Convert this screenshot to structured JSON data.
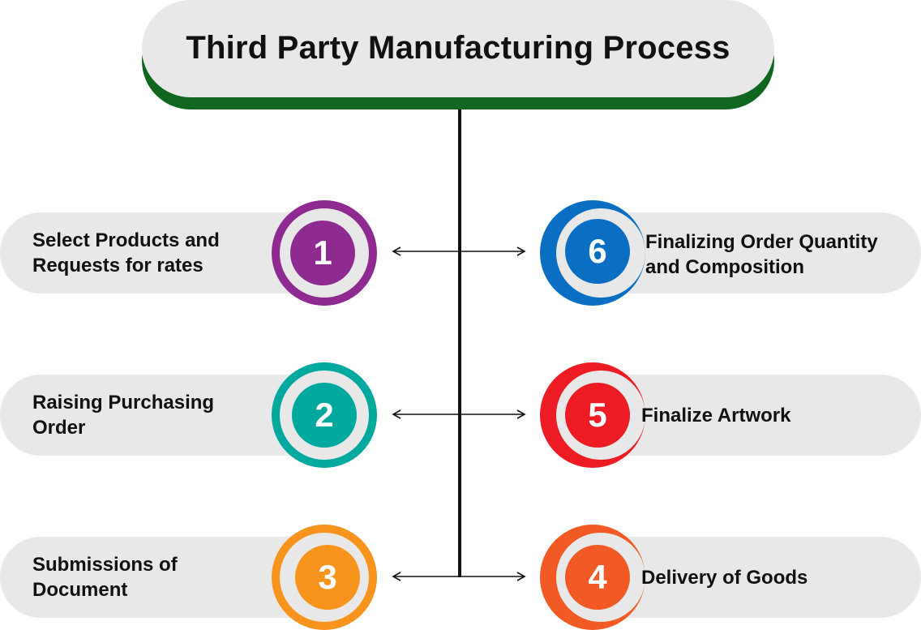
{
  "title": "Third Party Manufacturing Process",
  "colors": {
    "title_shadow": "#11661f",
    "pill_bg": "#e8e8e8",
    "spine": "#111111"
  },
  "steps": [
    {
      "number": "1",
      "label": "Select Products and Requests for rates",
      "color": "#8e2a90"
    },
    {
      "number": "2",
      "label": "Raising Purchasing Order",
      "color": "#00a99d"
    },
    {
      "number": "3",
      "label": "Submissions of Document",
      "color": "#f7941d"
    },
    {
      "number": "4",
      "label": "Delivery of Goods",
      "color": "#f15a24"
    },
    {
      "number": "5",
      "label": "Finalize Artwork",
      "color": "#ed1c24"
    },
    {
      "number": "6",
      "label": "Finalizing Order Quantity and Composition",
      "color": "#0a6fc2"
    }
  ]
}
